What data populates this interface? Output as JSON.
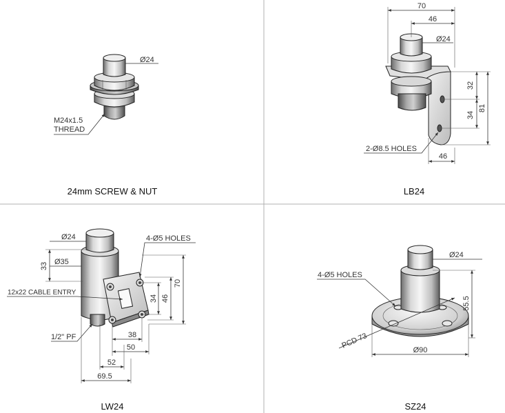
{
  "panels": [
    {
      "title": "24mm SCREW & NUT",
      "labels": {
        "dia": "Ø24",
        "thread_1": "M24x1.5",
        "thread_2": "THREAD"
      }
    },
    {
      "title": "LB24",
      "labels": {
        "w70": "70",
        "w46_top": "46",
        "dia": "Ø24",
        "h32": "32",
        "h34": "34",
        "h81": "81",
        "holes": "2-Ø8.5 HOLES",
        "w46_bot": "46"
      }
    },
    {
      "title": "LW24",
      "labels": {
        "dia24": "Ø24",
        "dia35": "Ø35",
        "h33": "33",
        "holes": "4-Ø5 HOLES",
        "cable": "12x22 CABLE ENTRY",
        "pf": "1/2\" PF",
        "h34": "34",
        "h46": "46",
        "h70": "70",
        "w38": "38",
        "w50": "50",
        "w52": "52",
        "w695": "69.5"
      }
    },
    {
      "title": "SZ24",
      "labels": {
        "dia24": "Ø24",
        "holes": "4-Ø5 HOLES",
        "h555": "55.5",
        "pcd": "PCD 73",
        "dia90": "Ø90"
      }
    }
  ],
  "colors": {
    "line": "#333333",
    "metal_light": "#f2f2f2",
    "metal_mid": "#c8c8c8",
    "metal_dark": "#7a7a7a",
    "grid": "#b0b0b0"
  }
}
